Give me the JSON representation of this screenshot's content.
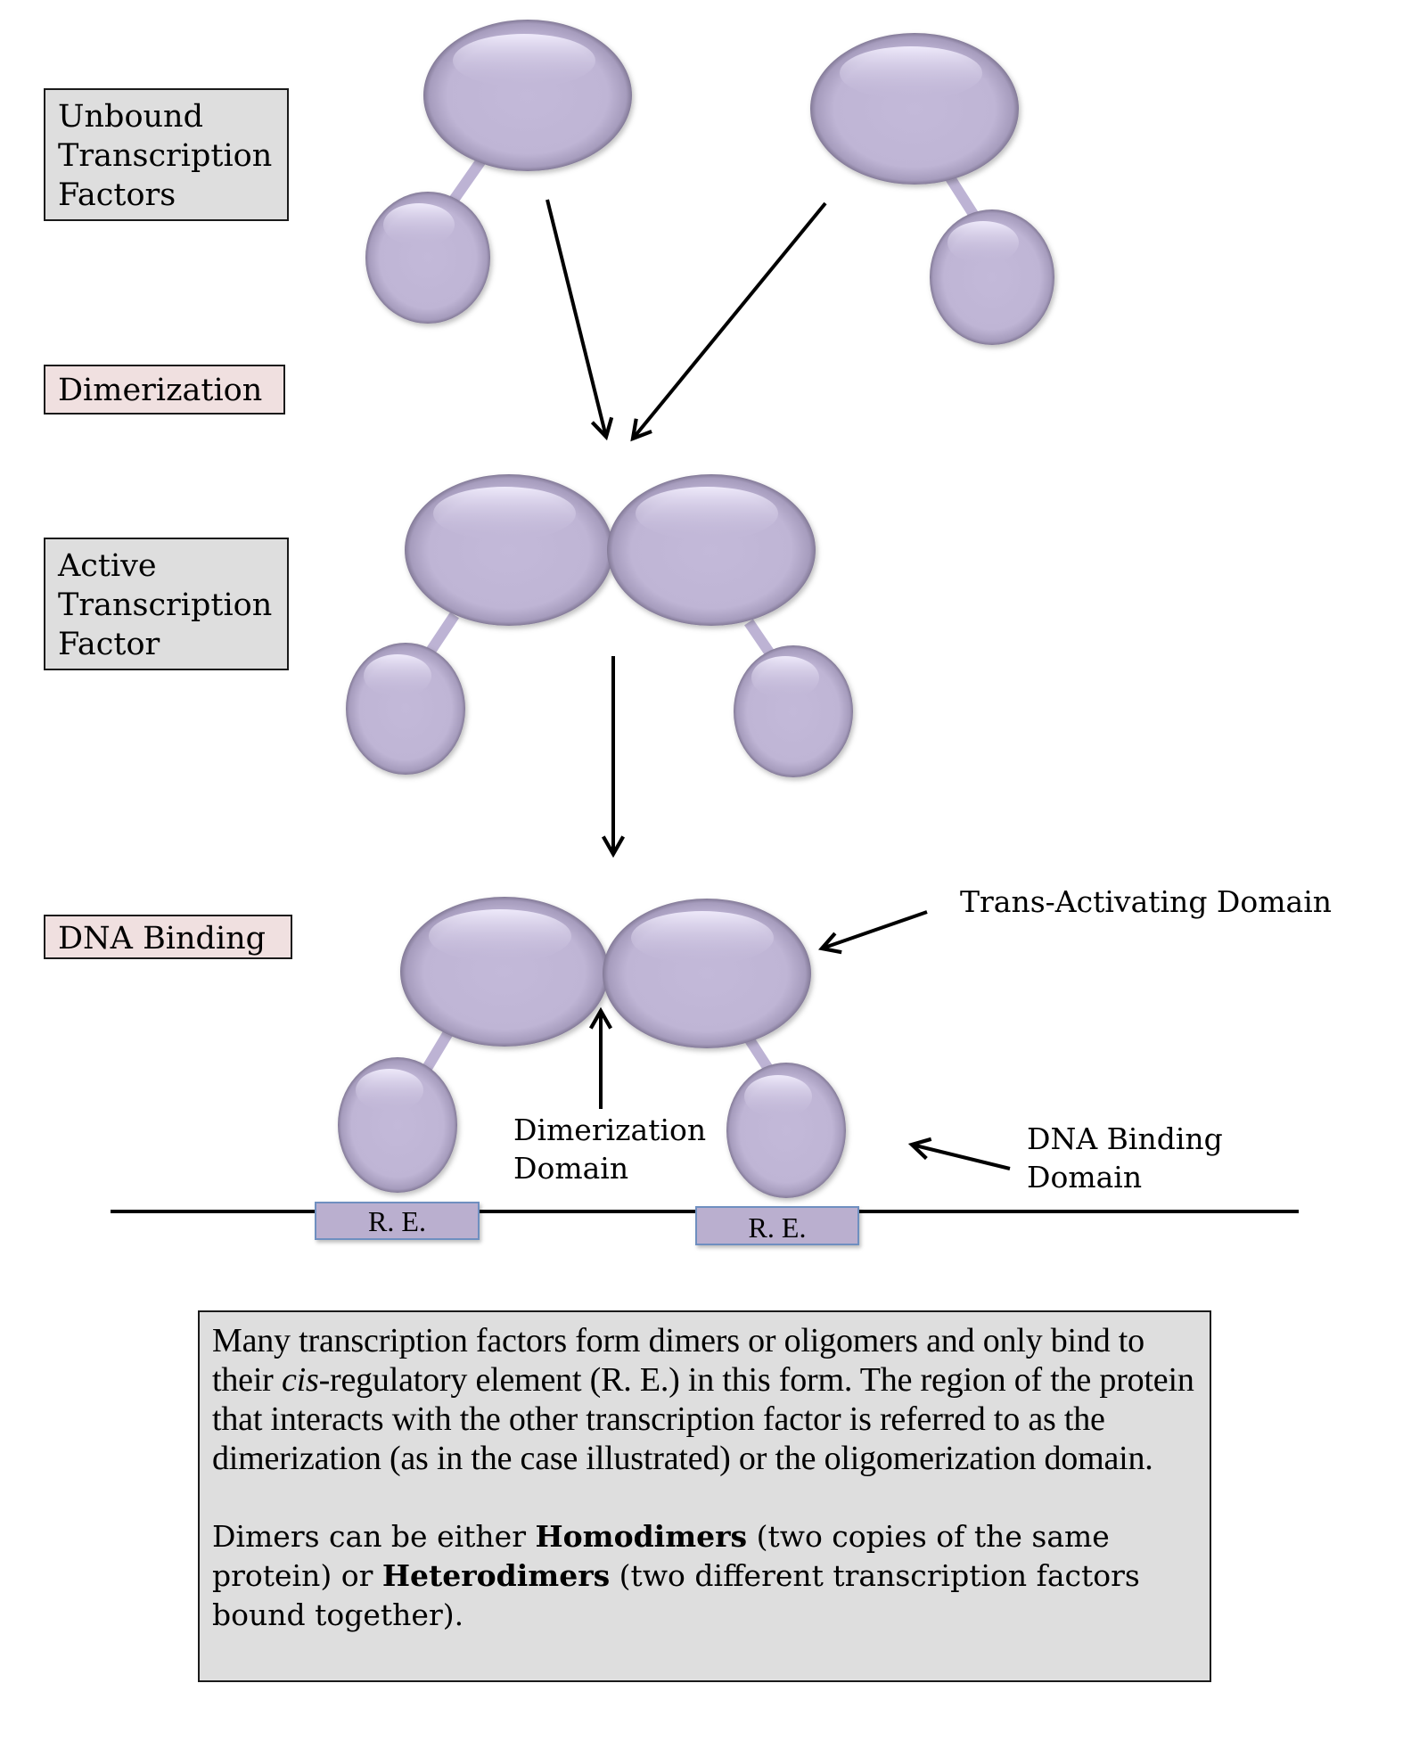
{
  "stages": {
    "unbound": {
      "lines": [
        "Unbound",
        "Transcription",
        "Factors"
      ]
    },
    "dimerization": {
      "lines": [
        "Dimerization"
      ]
    },
    "active": {
      "lines": [
        "Active",
        "Transcription",
        "Factor"
      ]
    },
    "dna_binding": {
      "lines": [
        "DNA Binding"
      ]
    }
  },
  "annotations": {
    "trans_activating": "Trans-Activating Domain",
    "dimerization_domain": [
      "Dimerization",
      "Domain"
    ],
    "dna_binding_domain": [
      "DNA Binding",
      "Domain"
    ]
  },
  "response_elements": [
    "R. E.",
    "R. E."
  ],
  "info": {
    "para1": {
      "before_italic": "Many transcription factors form dimers or oligomers and only bind to their ",
      "italic": "cis",
      "after_italic": "-regulatory element (R. E.)  in this form. The region of the protein that interacts with the other transcription factor is referred to as the dimerization (as in the case illustrated) or the oligomerization domain."
    },
    "para2": {
      "part1": "Dimers can be either ",
      "bold1": "Homodimers",
      "part2": " (two copies of the same protein) or ",
      "bold2": "Heterodimers",
      "part3": " (two different transcription factors bound together)."
    }
  },
  "colors": {
    "protein_fill": "#c2b8d8",
    "label_gray": "#dedede",
    "label_pink": "#f0e0e0",
    "re_fill": "#baafcf",
    "re_border": "#6f8fc0"
  }
}
